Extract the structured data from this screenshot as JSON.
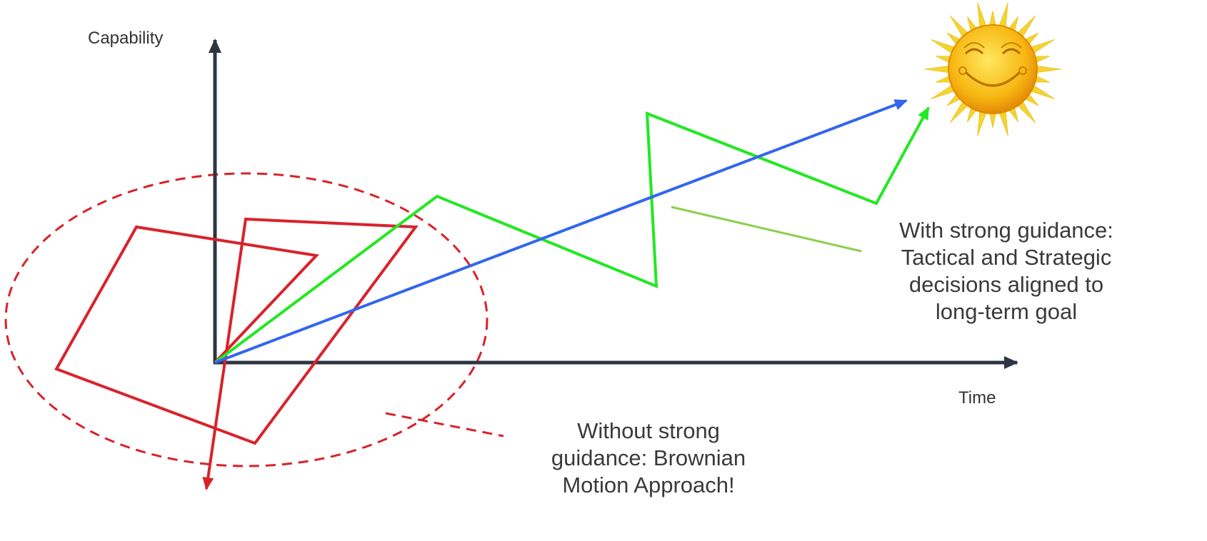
{
  "axes": {
    "y_label": "Capability",
    "x_label": "Time"
  },
  "annotations": {
    "with_guidance": "With strong guidance: Tactical and Strategic decisions aligned to long-term goal",
    "without_guidance": "Without strong guidance: Brownian Motion Approach!"
  },
  "colors": {
    "axis": "#2e3440",
    "red_path": "#d9222b",
    "green_path": "#22e822",
    "blue_arrow": "#3366ee",
    "callout_line": "#8ccf4c",
    "sun_rays": "#f4d430",
    "sun_face": "#f7b712"
  },
  "icons": {
    "goal": "smiling-sun-icon"
  }
}
